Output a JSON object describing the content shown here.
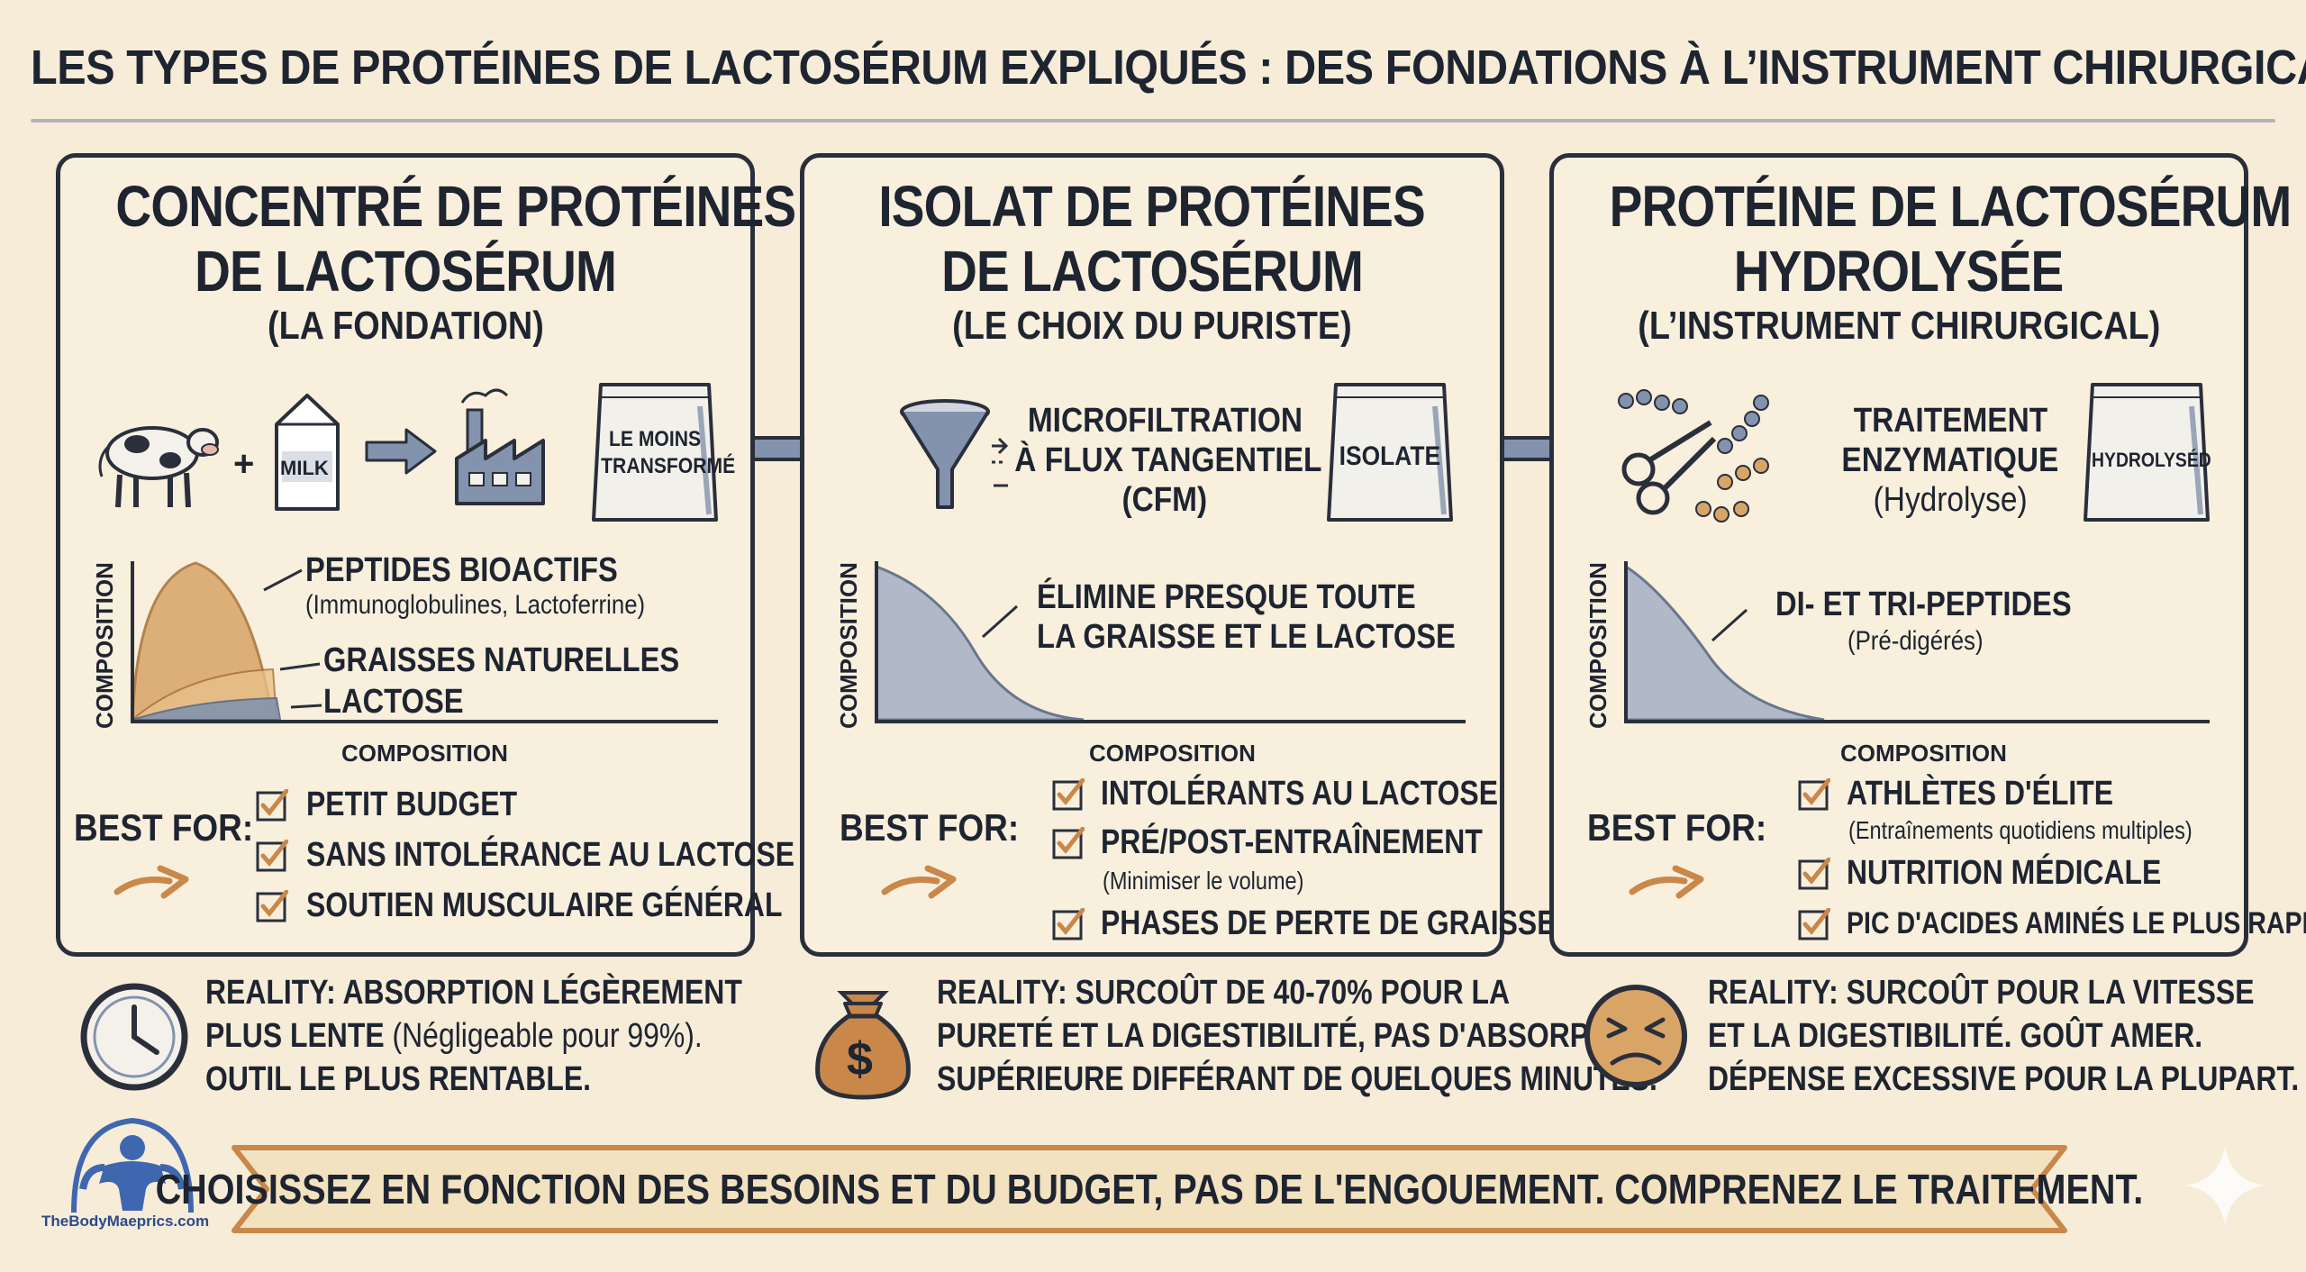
{
  "title": "LES TYPES DE PROTÉINES DE LACTOSÉRUM EXPLIQUÉS : DES FONDATIONS À L’INSTRUMENT CHIRURGICAL",
  "colors": {
    "background": "#f6ecd8",
    "ink": "#1e2430",
    "tan": "#c9874a",
    "slate": "#8393ad",
    "footer": "#f3e2c0"
  },
  "panels": [
    {
      "title_line1": "CONCENTRÉ DE PROTÉINES",
      "title_line2": "DE LACTOSÉRUM",
      "subtitle": "(LA FONDATION)",
      "process": {
        "carton_label": "MILK",
        "plus": "+",
        "bag_label_line1": "LE MOINS",
        "bag_label_line2": "TRANSFORMÉ",
        "icons": [
          "cow-icon",
          "milk-carton-icon",
          "arrow-icon",
          "factory-icon",
          "bag-icon"
        ]
      },
      "chart": {
        "ylabel": "COMPOSITION",
        "xlabel": "COMPOSITION",
        "notes": [
          {
            "text": "PEPTIDES BIOACTIFS",
            "sub": "(Immunoglobulines, Lactoferrine)"
          },
          {
            "text": "GRAISSES NATURELLES",
            "sub": ""
          },
          {
            "text": "LACTOSE",
            "sub": ""
          }
        ]
      },
      "best_for_label": "BEST FOR:",
      "best_for": [
        {
          "text": "PETIT BUDGET",
          "note": ""
        },
        {
          "text": "SANS INTOLÉRANCE AU LACTOSE",
          "note": ""
        },
        {
          "text": "SOUTIEN MUSCULAIRE GÉNÉRAL",
          "note": ""
        }
      ],
      "reality": {
        "icon": "clock-icon",
        "line1": "REALITY: ABSORPTION LÉGÈREMENT",
        "line2_bold": "PLUS LENTE ",
        "line2_light": "(Négligeable pour 99%).",
        "line3": "OUTIL LE PLUS RENTABLE."
      }
    },
    {
      "title_line1": "ISOLAT DE PROTÉINES",
      "title_line2": "DE LACTOSÉRUM",
      "subtitle": "(LE CHOIX DU PURISTE)",
      "process": {
        "label_line1": "MICROFILTRATION",
        "label_line2": "À FLUX TANGENTIEL",
        "label_line3": "(CFM)",
        "bag_label": "ISOLATE",
        "icons": [
          "funnel-icon",
          "bag-icon"
        ]
      },
      "chart": {
        "ylabel": "COMPOSITION",
        "xlabel": "COMPOSITION",
        "notes": [
          {
            "text": "ÉLIMINE PRESQUE TOUTE",
            "sub": ""
          },
          {
            "text": "LA GRAISSE ET LE LACTOSE",
            "sub": ""
          }
        ]
      },
      "best_for_label": "BEST FOR:",
      "best_for": [
        {
          "text": "INTOLÉRANTS AU LACTOSE",
          "note": ""
        },
        {
          "text": "PRÉ/POST-ENTRAÎNEMENT",
          "note": "(Minimiser le volume)"
        },
        {
          "text": "PHASES DE PERTE DE GRAISSE",
          "note": ""
        }
      ],
      "reality": {
        "icon": "money-bag-icon",
        "symbol": "$",
        "line1": "REALITY: SURCOÛT DE 40-70% POUR LA",
        "line2": "PURETÉ ET LA DIGESTIBILITÉ, PAS D'ABSORPTION",
        "line3": "SUPÉRIEURE DIFFÉRANT DE QUELQUES MINUTES."
      }
    },
    {
      "title_line1": "PROTÉINE DE LACTOSÉRUM",
      "title_line2": "HYDROLYSÉE",
      "subtitle": "(L’INSTRUMENT CHIRURGICAL)",
      "process": {
        "label_line1": "TRAITEMENT",
        "label_line2": "ENZYMATIQUE",
        "label_line3": "(Hydrolyse)",
        "bag_label": "HYDROLYSÉD",
        "icons": [
          "scissors-icon",
          "peptide-chain-icon",
          "bag-icon"
        ]
      },
      "chart": {
        "ylabel": "COMPOSITION",
        "xlabel": "COMPOSITION",
        "notes": [
          {
            "text": "DI- ET TRI-PEPTIDES",
            "sub": "(Pré-digérés)"
          }
        ]
      },
      "best_for_label": "BEST FOR:",
      "best_for": [
        {
          "text": "ATHLÈTES D'ÉLITE",
          "note": "(Entraînements quotidiens multiples)"
        },
        {
          "text": "NUTRITION MÉDICALE",
          "note": ""
        },
        {
          "text": "PIC D'ACIDES AMINÉS LE PLUS RAPIDE",
          "note": ""
        }
      ],
      "reality": {
        "icon": "grimace-face-icon",
        "line1": "REALITY: SURCOÛT POUR LA VITESSE",
        "line2": "ET LA DIGESTIBILITÉ. GOÛT AMER.",
        "line3": "DÉPENSE EXCESSIVE POUR LA PLUPART."
      }
    }
  ],
  "footer": "CHOISISSEZ EN FONCTION DES BESOINS ET DU BUDGET, PAS DE L'ENGOUEMENT. COMPRENEZ LE TRAITEMENT.",
  "logo": {
    "text": "TheBodyMaeprics.com",
    "icon": "bodybuilder-logo-icon"
  }
}
